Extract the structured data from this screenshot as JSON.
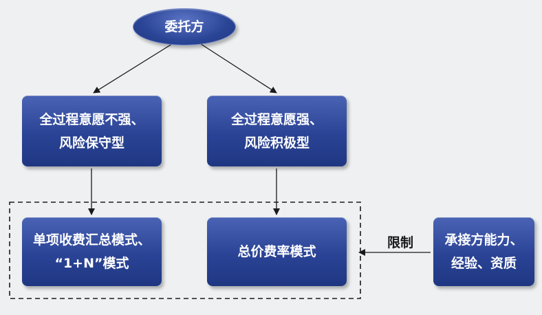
{
  "nodes": {
    "client": "委托方",
    "conservative": "全过程意愿不强、\n风险保守型",
    "aggressive": "全过程意愿强、\n风险积极型",
    "single_mode": "单项收费汇总模式、\n“1+N”模式",
    "total_rate_mode": "总价费率模式",
    "contractor_ability": "承接方能力、\n经验、资质"
  },
  "labels": {
    "limit": "限制"
  },
  "colors": {
    "node_fill": "#2a4395",
    "arrow": "#1a1a1a",
    "dashed_border": "#1a1a1a",
    "background": "#eef0f1"
  }
}
